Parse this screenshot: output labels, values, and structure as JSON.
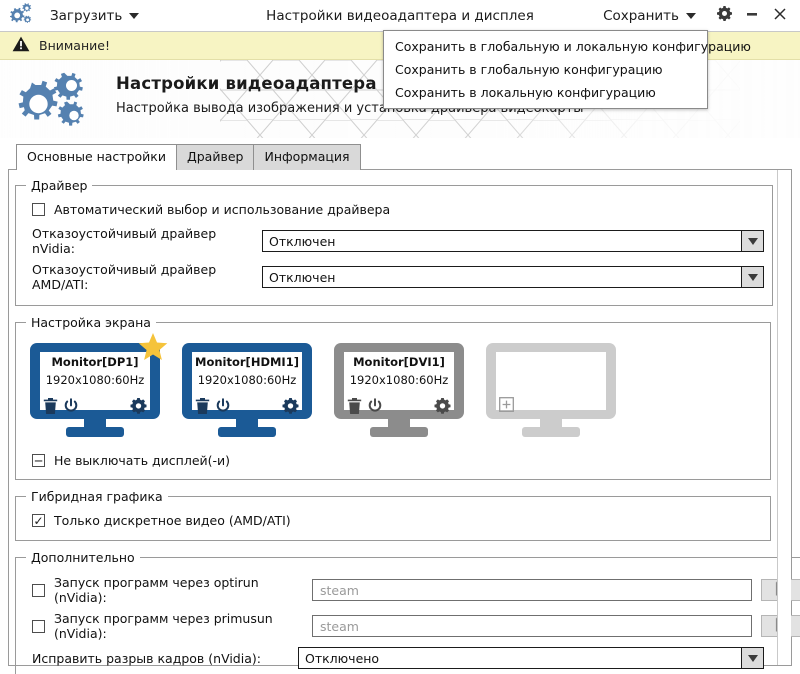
{
  "window": {
    "title": "Настройки видеоадаптера и дисплея",
    "load_menu": "Загрузить",
    "save_menu": "Сохранить",
    "logo_icon": "gears-icon",
    "settings_icon": "gear-icon",
    "minimize_icon": "minimize-icon",
    "close_icon": "close-icon"
  },
  "save_dropdown": {
    "items": [
      {
        "label": "Сохранить в глобальную и локальную конфигурацию"
      },
      {
        "label": "Сохранить в глобальную конфигурацию"
      },
      {
        "label": "Сохранить в локальную конфигурацию"
      }
    ]
  },
  "warning": {
    "icon": "warning-triangle-icon",
    "text": "Внимание!",
    "background": "#f7f4c3"
  },
  "banner": {
    "icon": "gears-icon",
    "title": "Настройки видеоадаптера и дисплея",
    "subtitle": "Настройка вывода изображения и установка драйвера видеокарты"
  },
  "tabs": [
    {
      "label": "Основные настройки",
      "active": true
    },
    {
      "label": "Драйвер",
      "active": false
    },
    {
      "label": "Информация",
      "active": false
    }
  ],
  "driver_group": {
    "legend": "Драйвер",
    "auto_checkbox": {
      "label": "Автоматический выбор и использование драйвера",
      "state": "unchecked"
    },
    "nvidia": {
      "label": "Отказоустойчивый драйвер nVidia:",
      "value": "Отключен"
    },
    "amd": {
      "label": "Отказоустойчивый драйвер AMD/ATI:",
      "value": "Отключен"
    }
  },
  "screen_group": {
    "legend": "Настройка экрана",
    "monitors": [
      {
        "name": "Monitor[DP1]",
        "mode": "1920x1080:60Hz",
        "state": "active",
        "primary": true,
        "color": "#1b5a96",
        "icons": [
          "trash-icon",
          "power-icon",
          "gear-icon"
        ]
      },
      {
        "name": "Monitor[HDMI1]",
        "mode": "1920x1080:60Hz",
        "state": "active",
        "primary": false,
        "color": "#1b5a96",
        "icons": [
          "trash-icon",
          "power-icon",
          "gear-icon"
        ]
      },
      {
        "name": "Monitor[DVI1]",
        "mode": "1920x1080:60Hz",
        "state": "disabled",
        "primary": false,
        "color": "#8c8c8c",
        "icons": [
          "trash-icon",
          "power-icon",
          "gear-icon"
        ]
      },
      {
        "name": "",
        "mode": "",
        "state": "empty",
        "primary": false,
        "color": "#cccccc",
        "icons": [
          "plus-icon"
        ]
      }
    ],
    "keep_on_checkbox": {
      "label": "Не выключать дисплей(-и)",
      "state": "indeterminate"
    }
  },
  "hybrid_group": {
    "legend": "Гибридная графика",
    "discrete_checkbox": {
      "label": "Только дискретное видео (AMD/ATI)",
      "state": "checked"
    }
  },
  "extra_group": {
    "legend": "Дополнительно",
    "optirun": {
      "label": "Запуск программ через optirun (nVidia):",
      "state": "unchecked",
      "placeholder": "steam",
      "value": "",
      "button_icon": "edit-pencil-icon"
    },
    "primusrun": {
      "label": "Запуск программ через primusun (nVidia):",
      "state": "unchecked",
      "placeholder": "steam",
      "value": "",
      "button_icon": "edit-pencil-icon"
    },
    "vsync": {
      "label": "Исправить разрыв кадров (nVidia):",
      "value": "Отключено"
    }
  }
}
